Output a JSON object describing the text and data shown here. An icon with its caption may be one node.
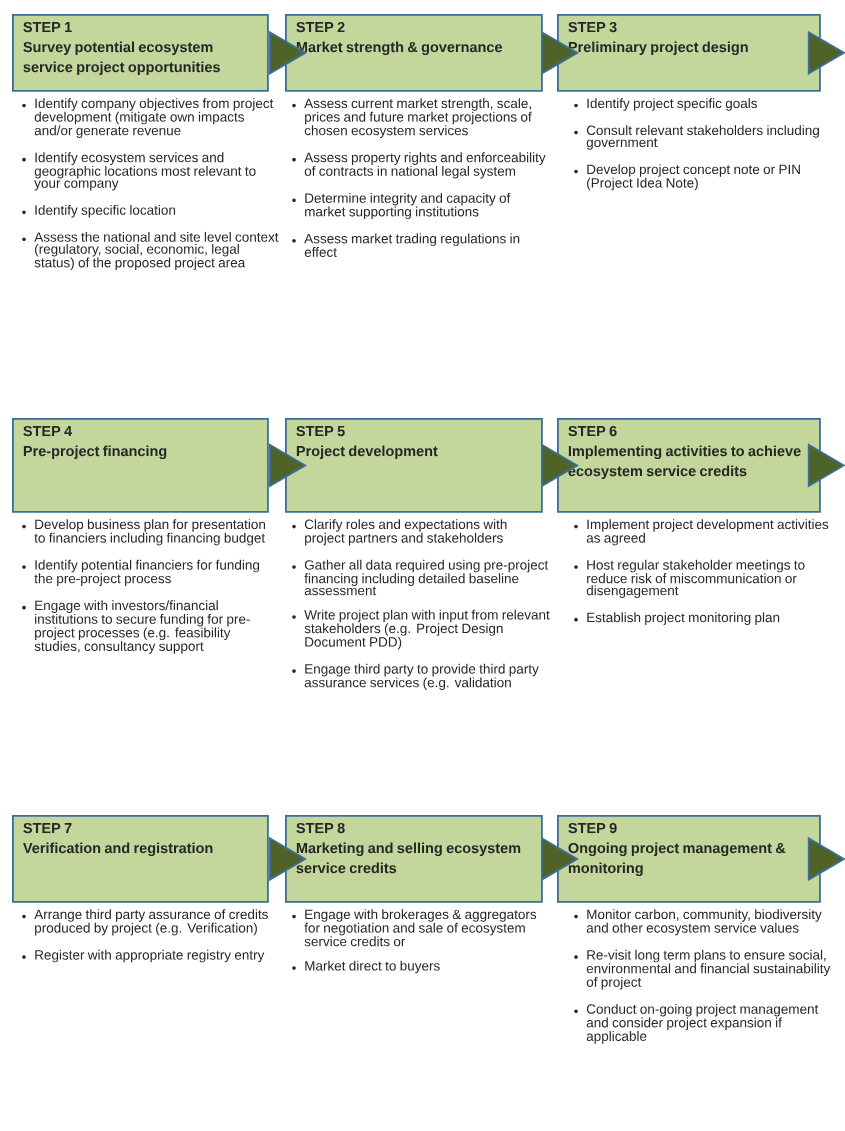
{
  "diagram": {
    "nodes": [
      {
        "text": [
          "STEP 1",
          "Survey potential ecosystem service project opportunities"
        ],
        "beside": [
          "Identify company  objectives from project  development (mitigate own impacts and/or generate revenue",
          "Identify ecosystem services and geographic locations most relevant to your company",
          "Identify specific location",
          "Assess the national and site level context (regulatory, social, economic, legal status) of the proposed project area"
        ]
      },
      {
        "text": [
          "STEP 2",
          "Market strength & governance"
        ],
        "beside": [
          "Assess current market strength, scale, prices and future market projections of chosen ecosystem services",
          "Assess property rights and enforceability of contracts in national legal system",
          "Determine integrity and capacity of market supporting institutions",
          "Assess market trading regulations in effect"
        ]
      },
      {
        "text": [
          "STEP 3",
          "Preliminary project design"
        ],
        "beside": [
          "Identify project specific goals",
          "Consult relevant stakeholders including government",
          "Develop project concept note or PIN (Project Idea Note)"
        ]
      },
      {
        "text": [
          "STEP 4",
          "Pre-project financing"
        ],
        "beside": [
          "Develop business plan for presentation to financiers including financing budget",
          "Identify potential financiers for funding the pre-project process",
          "Engage with investors/financial institutions to secure funding for pre-project processes (e.g. feasibility studies, consultancy support"
        ]
      },
      {
        "text": [
          "STEP 5",
          "Project development"
        ],
        "beside": [
          "Clarify roles and expectations with project partners and stakeholders",
          "Gather all data required using pre-project financing including detailed baseline assessment",
          "Write project plan with input from relevant stakeholders (e.g. Project Design Document PDD)",
          "Engage third  party to provide third party assurance services (e.g. validation"
        ]
      },
      {
        "text": [
          "STEP 6",
          "Implementing activities to achieve  ecosystem service credits"
        ],
        "beside": [
          "Implement project development activities as agreed",
          "Host regular stakeholder meetings to reduce risk of miscommunication or disengagement",
          "Establish project monitoring plan"
        ]
      },
      {
        "text": [
          "STEP 7",
          "Verification and registration"
        ],
        "beside": [
          "Arrange third party assurance of credits produced by project (e.g. Verification)",
          "Register with appropriate registry entry"
        ]
      },
      {
        "text": [
          "STEP 8",
          "Marketing and selling ecosystem service credits"
        ],
        "beside": [
          "Engage with brokerages & aggregators for negotiation and sale of ecosystem service credits or",
          "Market direct to buyers"
        ]
      },
      {
        "text": [
          "STEP 9",
          "Ongoing project management & monitoring"
        ],
        "beside": [
          "Monitor carbon, community, biodiversity and other ecosystem service values",
          "Re-visit long term plans to ensure social, environmental and financial sustainability of project",
          "Conduct on-going project management and consider project expansion if applicable"
        ]
      }
    ],
    "edges": [
      {
        "from": 0,
        "to": 1,
        "arrow": "to"
      },
      {
        "from": 1,
        "to": 2,
        "arrow": "to"
      },
      {
        "from": 2,
        "to": null,
        "arrow": "to"
      },
      {
        "from": 3,
        "to": 4,
        "arrow": "to"
      },
      {
        "from": 4,
        "to": 5,
        "arrow": "to"
      },
      {
        "from": 5,
        "to": null,
        "arrow": "to"
      },
      {
        "from": 6,
        "to": 7,
        "arrow": "to"
      },
      {
        "from": 7,
        "to": 8,
        "arrow": "to"
      },
      {
        "from": 8,
        "to": null,
        "arrow": "to"
      }
    ]
  }
}
